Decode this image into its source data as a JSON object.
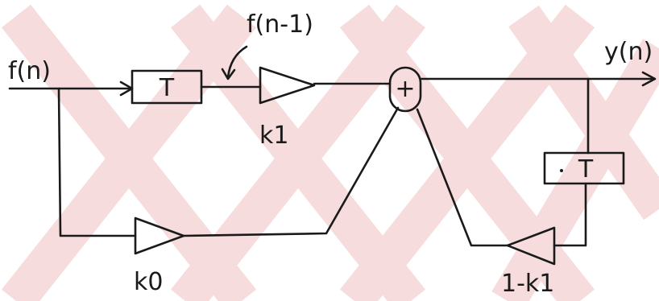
{
  "colors": {
    "ink": "#1a1a1a",
    "watermark": "#f6dcdc"
  },
  "labels": {
    "input": "f(n)",
    "delayed_input": "f(n-1)",
    "output": "y(n)",
    "gain_k1": "k1",
    "gain_k0": "k0",
    "gain_feedback": "1-k1"
  },
  "blocks": {
    "delay_forward": "T",
    "delay_feedback": "T",
    "adder": "+"
  },
  "icons": {
    "amplifier": "triangle-amplifier-icon",
    "arrow": "arrowhead-icon"
  }
}
